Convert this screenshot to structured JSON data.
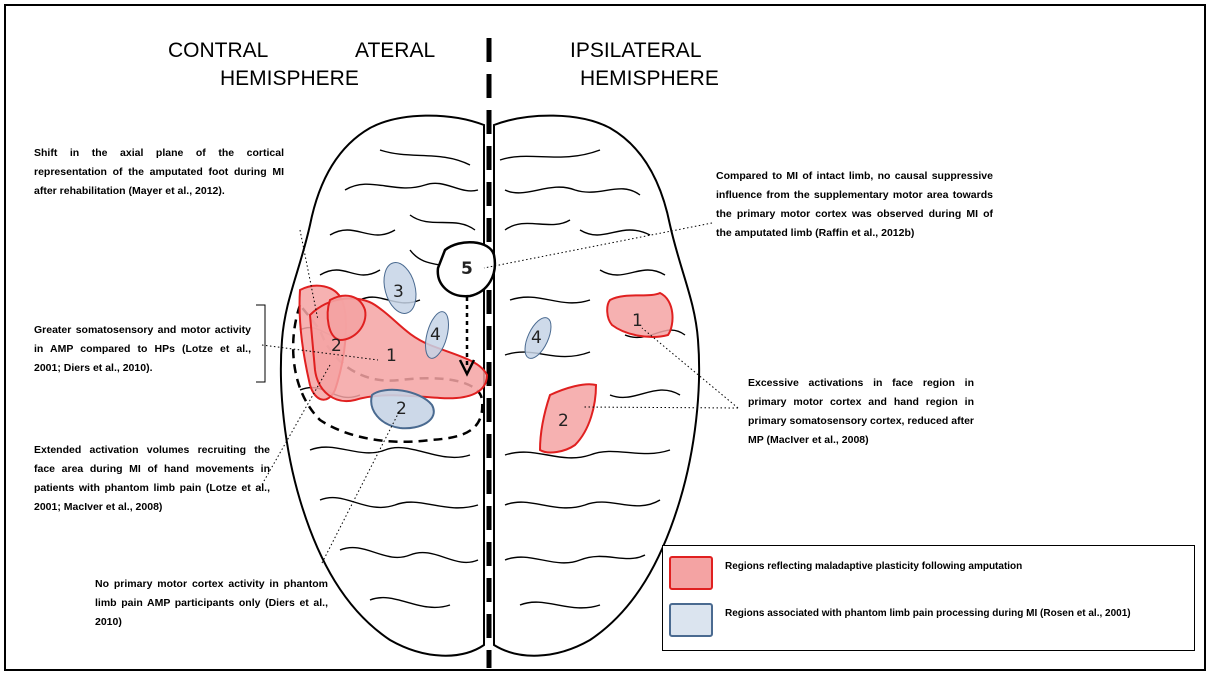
{
  "headers": {
    "contralateral_line1": "CONTRAL",
    "contralateral_line1b": "ATERAL",
    "contralateral_line2": "HEMISPHERE",
    "ipsilateral_line1": "IPSILATERAL",
    "ipsilateral_line2": "HEMISPHERE"
  },
  "annotations": {
    "shift_axial": "Shift in the axial plane of the cortical representation of the amputated foot during MI after rehabilitation (Mayer et al., 2012).",
    "greater_somatosensory": "Greater somatosensory and motor activity in AMP compared to HPs (Lotze et al., 2001; Diers et al., 2010).",
    "extended_activation": "Extended activation volumes recruiting the face area during MI of hand movements in patients with phantom limb pain (Lotze et al., 2001; MacIver et al., 2008)",
    "no_primary_motor": "No primary motor cortex activity in phantom limb pain AMP participants only (Diers et al., 2010)",
    "compared_to_mi": "Compared to MI of intact limb, no causal suppressive influence from the supplementary motor area towards the primary motor cortex was observed during MI of the amputated limb (Raffin et al., 2012b)",
    "excessive_activations": "Excessive activations in face region in primary motor cortex and hand region in primary somatosensory cortex, reduced after MP (MacIver et al., 2008)"
  },
  "region_labels": {
    "c1": "1",
    "c2": "2",
    "c2b": "2",
    "c3": "3",
    "c4": "4",
    "c5": "5",
    "i1": "1",
    "i2": "2",
    "i4": "4"
  },
  "legend": {
    "maladaptive": "Regions reflecting maladaptive plasticity following amputation",
    "phantom": "Regions associated with phantom limb pain processing during MI (Rosen et al., 2001)"
  },
  "colors": {
    "maladaptive_fill": "#f4a3a3",
    "maladaptive_stroke": "#e02020",
    "phantom_fill": "#c6d4e6",
    "phantom_stroke": "#4a6a90"
  }
}
